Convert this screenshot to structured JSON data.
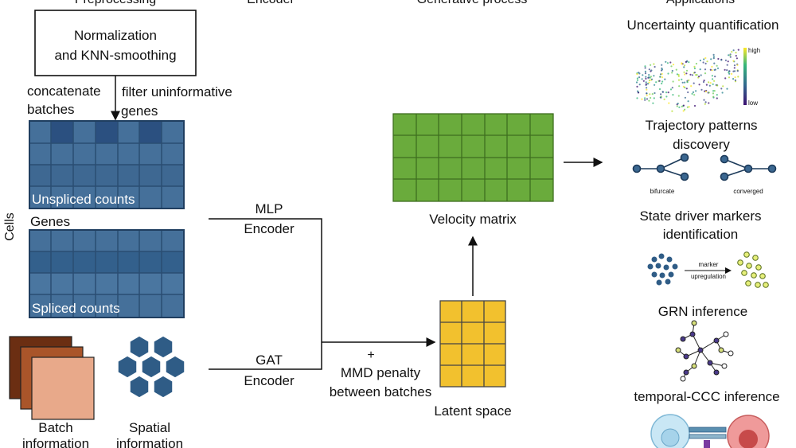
{
  "sections": {
    "preprocessing": "Preprocessing",
    "encoder": "Encoder",
    "generative": "Generative process",
    "applications": "Applications"
  },
  "preprocess": {
    "box_line1": "Normalization",
    "box_line2": "and KNN-smoothing",
    "concat_line1": "concatenate",
    "concat_line2": "batches",
    "filter_line1": "filter uninformative",
    "filter_line2": "genes"
  },
  "matrices": {
    "cells_label": "Cells",
    "genes_label": "Genes",
    "unspliced": "Unspliced counts",
    "spliced": "Spliced counts"
  },
  "inputs": {
    "batch_line1": "Batch",
    "batch_line2": "information",
    "spatial_line1": "Spatial",
    "spatial_line2": "information"
  },
  "encoders": {
    "mlp_line1": "MLP",
    "mlp_line2": "Encoder",
    "gat_line1": "GAT",
    "gat_line2": "Encoder",
    "plus": "+",
    "mmd_line1": "MMD penalty",
    "mmd_line2": "between batches"
  },
  "latent": {
    "label": "Latent space"
  },
  "velocity": {
    "label": "Velocity matrix"
  },
  "apps": {
    "uncertainty": "Uncertainty quantification",
    "legend_high": "high",
    "legend_low": "low",
    "trajectory_line1": "Trajectory patterns",
    "trajectory_line2": "discovery",
    "bifurcate": "bifurcate",
    "converged": "converged",
    "driver_line1": "State driver markers",
    "driver_line2": "identification",
    "marker_line1": "marker",
    "marker_line2": "upregulation",
    "grn": "GRN inference",
    "ccc": "temporal-CCC inference"
  },
  "colors": {
    "matrix_blue": "#3f6690",
    "matrix_dark": "#2b5080",
    "velocity_green": "#6aab3c",
    "latent_yellow": "#f2c12e",
    "hex_blue": "#2f5c86",
    "batch_dark": "#6b2e12",
    "batch_mid": "#a9552a",
    "batch_light": "#e8a98a"
  }
}
